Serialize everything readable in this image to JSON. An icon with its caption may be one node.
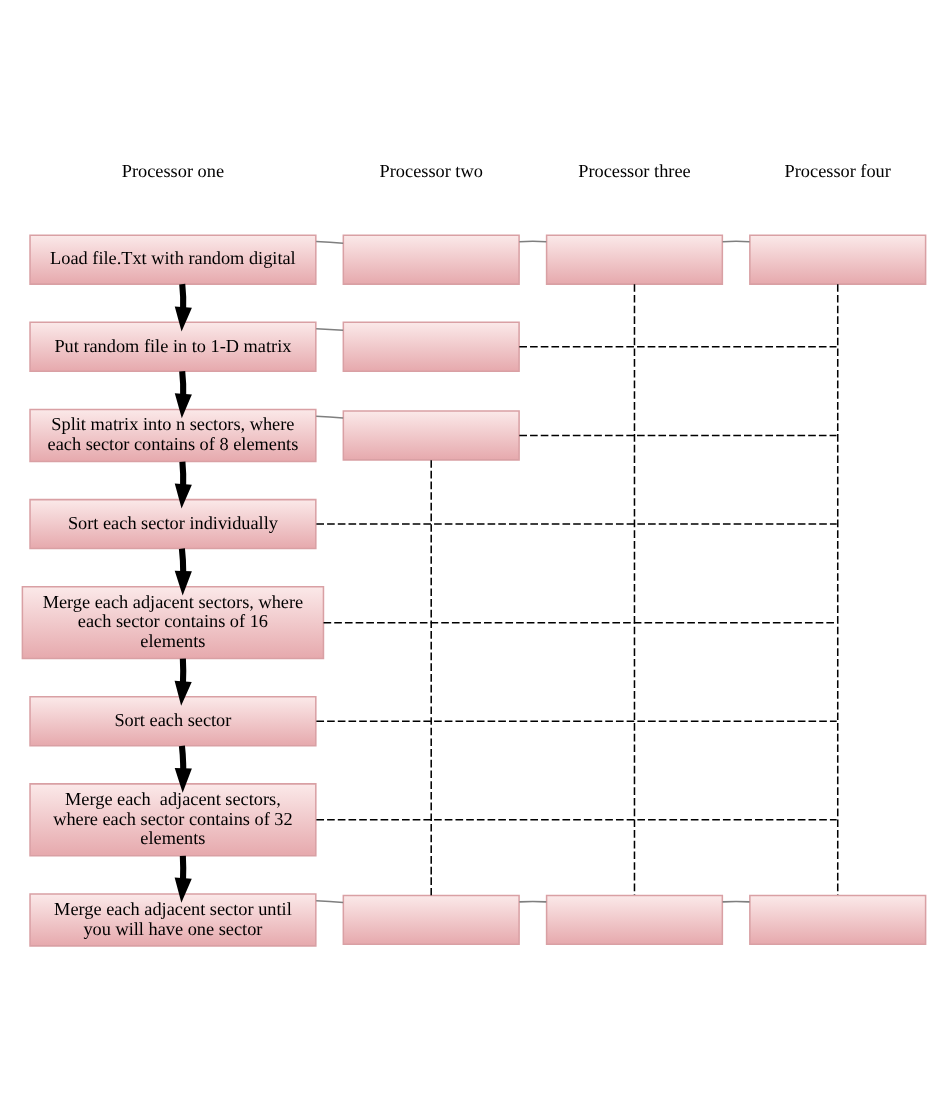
{
  "diagram": {
    "nodes": [
      {
        "text": [
          "Load file.Txt with random digital"
        ]
      },
      {
        "text": [],
        "shape": "box"
      },
      {
        "text": [],
        "shape": "box"
      },
      {
        "text": [],
        "shape": "box"
      },
      {
        "text": [
          "Put random file in to 1-D matrix"
        ]
      },
      {
        "text": [],
        "shape": "box"
      },
      {
        "text": [
          "Split matrix into n sectors, where each sector contains of 8 elements"
        ]
      },
      {
        "text": [],
        "shape": "box"
      },
      {
        "text": [
          "Sort each sector individually"
        ]
      },
      {
        "text": [
          "Merge each adjacent sectors, where each sector contains of 16 elements"
        ]
      },
      {
        "text": [
          "Sort each sector"
        ]
      },
      {
        "text": [
          "Merge each  adjacent sectors, where each sector contains of 32 elements"
        ]
      },
      {
        "text": [
          "Merge each adjacent sector until you will have one sector"
        ]
      },
      {
        "text": [],
        "shape": "box"
      },
      {
        "text": [],
        "shape": "box"
      },
      {
        "text": [],
        "shape": "box"
      }
    ],
    "edges": [
      {
        "from": 0,
        "to": 1,
        "arrow": "none",
        "color": "#7f7f7f"
      },
      {
        "from": 1,
        "to": 2,
        "arrow": "none",
        "color": "#7f7f7f"
      },
      {
        "from": 2,
        "to": 3,
        "arrow": "none",
        "color": "#7f7f7f"
      },
      {
        "from": 0,
        "to": 4,
        "arrow": "to",
        "style": "thick"
      },
      {
        "from": 4,
        "to": 5,
        "arrow": "none",
        "color": "#7f7f7f"
      },
      {
        "from": 5,
        "to": null,
        "arrow": "none",
        "style": "dashed"
      },
      {
        "from": 4,
        "to": 6,
        "arrow": "to",
        "style": "thick"
      },
      {
        "from": 6,
        "to": 7,
        "arrow": "none",
        "color": "#7f7f7f"
      },
      {
        "from": 7,
        "to": null,
        "arrow": "none",
        "style": "dashed"
      },
      {
        "from": 6,
        "to": 8,
        "arrow": "to",
        "style": "thick"
      },
      {
        "from": 8,
        "to": null,
        "arrow": "none",
        "style": "dashed"
      },
      {
        "from": 8,
        "to": 9,
        "arrow": "to",
        "style": "thick"
      },
      {
        "from": 9,
        "to": null,
        "arrow": "none",
        "style": "dashed"
      },
      {
        "from": 9,
        "to": 10,
        "arrow": "to",
        "style": "thick"
      },
      {
        "from": 10,
        "to": null,
        "arrow": "none",
        "style": "dashed"
      },
      {
        "from": 10,
        "to": 11,
        "arrow": "to",
        "style": "thick"
      },
      {
        "from": 11,
        "to": null,
        "arrow": "none",
        "style": "dashed"
      },
      {
        "from": 11,
        "to": 12,
        "arrow": "to",
        "style": "thick"
      },
      {
        "from": 12,
        "to": 13,
        "arrow": "none",
        "color": "#7f7f7f"
      },
      {
        "from": 13,
        "to": 14,
        "arrow": "none",
        "color": "#7f7f7f"
      },
      {
        "from": 14,
        "to": 15,
        "arrow": "none",
        "color": "#7f7f7f"
      },
      {
        "from": 7,
        "to": 13,
        "arrow": "none",
        "style": "dashed"
      },
      {
        "from": 2,
        "to": 14,
        "arrow": "none",
        "style": "dashed"
      },
      {
        "from": 3,
        "to": 15,
        "arrow": "none",
        "style": "dashed"
      }
    ],
    "labels": [
      "Processor one",
      "Processor two",
      "Processor three",
      "Processor four"
    ]
  }
}
